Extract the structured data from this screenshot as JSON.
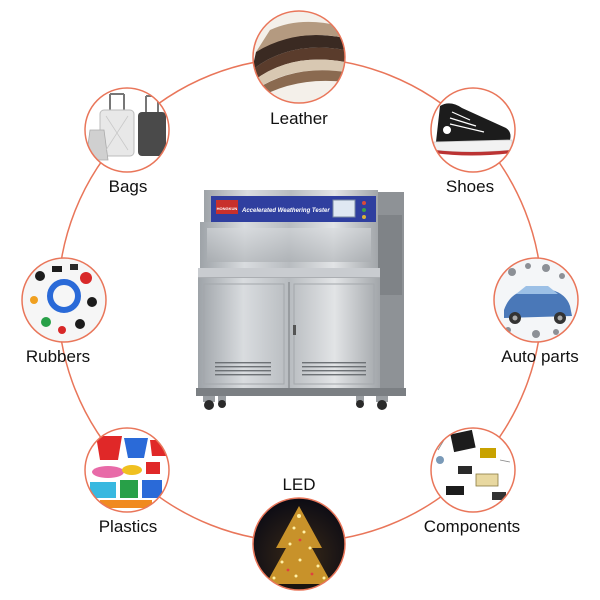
{
  "diagram": {
    "ring_color": "#e9765a",
    "node_border_color": "#e9765a",
    "center": {
      "panel_title": "Accelerated Weathering Tester",
      "logo_text": "HONGKUN",
      "panel_color": "#2f3f9f"
    },
    "nodes": [
      {
        "id": "leather",
        "label": "Leather",
        "icon": "leather-swatches-photo"
      },
      {
        "id": "shoes",
        "label": "Shoes",
        "icon": "sneaker-photo"
      },
      {
        "id": "auto-parts",
        "label": "Auto parts",
        "icon": "car-parts-photo"
      },
      {
        "id": "components",
        "label": "Components",
        "icon": "electronic-components-photo"
      },
      {
        "id": "led",
        "label": "LED",
        "icon": "led-christmas-tree-photo"
      },
      {
        "id": "plastics",
        "label": "Plastics",
        "icon": "plastic-containers-photo"
      },
      {
        "id": "rubbers",
        "label": "Rubbers",
        "icon": "rubber-parts-photo"
      },
      {
        "id": "bags",
        "label": "Bags",
        "icon": "luggage-bags-photo"
      }
    ]
  }
}
